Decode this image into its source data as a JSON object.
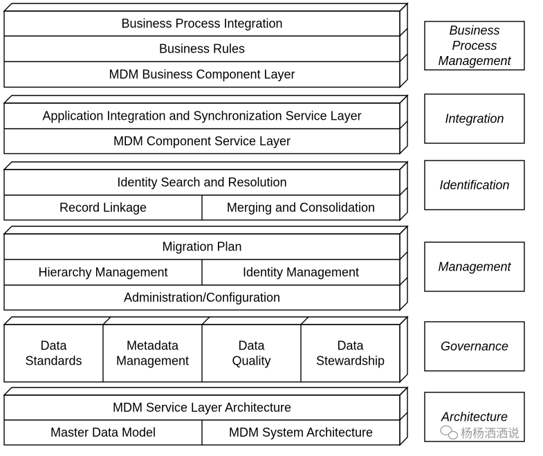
{
  "layers": [
    {
      "id": "business",
      "side_label": [
        "Business",
        "Process",
        "Management"
      ],
      "rows": [
        [
          [
            "Business Process Integration"
          ]
        ],
        [
          [
            "Business Rules"
          ]
        ],
        [
          [
            "MDM Business Component Layer"
          ]
        ]
      ]
    },
    {
      "id": "integration",
      "side_label": [
        "Integration"
      ],
      "rows": [
        [
          [
            "Application Integration and Synchronization Service Layer"
          ]
        ],
        [
          [
            "MDM Component Service Layer"
          ]
        ]
      ]
    },
    {
      "id": "identification",
      "side_label": [
        "Identification"
      ],
      "rows": [
        [
          [
            "Identity Search and Resolution"
          ]
        ],
        [
          [
            "Record Linkage"
          ],
          [
            "Merging and Consolidation"
          ]
        ]
      ]
    },
    {
      "id": "management",
      "side_label": [
        "Management"
      ],
      "rows": [
        [
          [
            "Migration Plan"
          ]
        ],
        [
          [
            "Hierarchy Management"
          ],
          [
            "Identity Management"
          ]
        ],
        [
          [
            "Administration/Configuration"
          ]
        ]
      ]
    },
    {
      "id": "governance",
      "side_label": [
        "Governance"
      ],
      "rows": [
        [
          [
            "Data",
            "Standards"
          ],
          [
            "Metadata",
            "Management"
          ],
          [
            "Data",
            "Quality"
          ],
          [
            "Data",
            "Stewardship"
          ]
        ]
      ]
    },
    {
      "id": "architecture",
      "side_label": [
        "Architecture"
      ],
      "rows": [
        [
          [
            "MDM Service Layer Architecture"
          ]
        ],
        [
          [
            "Master Data Model"
          ],
          [
            "MDM System Architecture"
          ]
        ]
      ]
    }
  ],
  "watermark": {
    "text": "杨杨洒洒说",
    "icon": "wechat-icon"
  }
}
